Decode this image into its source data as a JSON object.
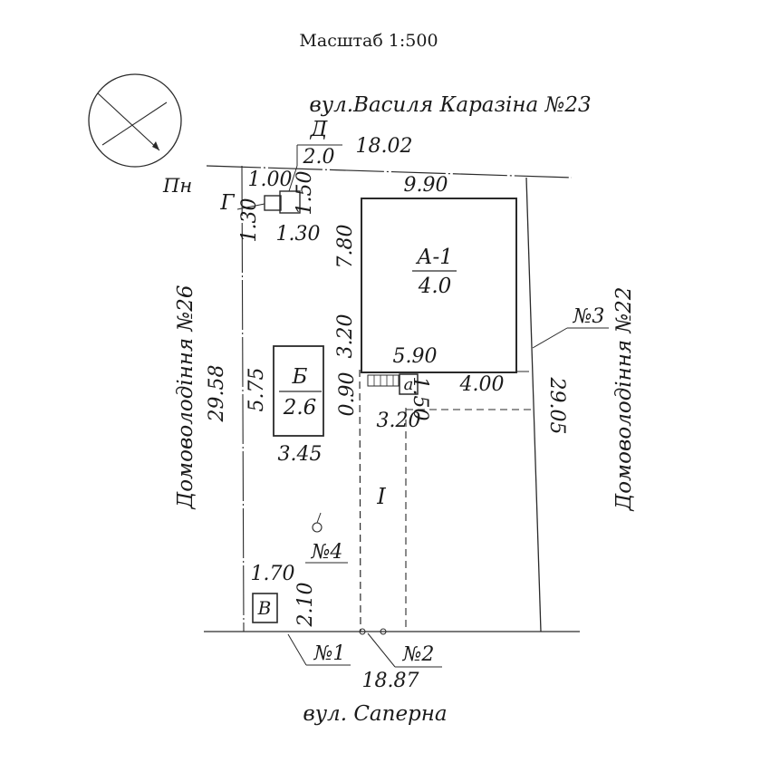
{
  "scale_title": "Масштаб 1:500",
  "north": {
    "label": "Пн"
  },
  "streets": {
    "top": "вул.Василя Каразіна №23",
    "bottom": "вул. Саперна"
  },
  "neighbors": {
    "left": "Домоволодіння №26",
    "right": "Домоволодіння №22"
  },
  "buildings": {
    "a1": {
      "letter": "А-1",
      "height": "4.0"
    },
    "b": {
      "letter": "Б",
      "height": "2.6"
    },
    "d": {
      "letter": "Д",
      "height": "2.0"
    },
    "g": {
      "letter": "Г"
    },
    "a_small": {
      "letter": "а"
    },
    "v": {
      "letter": "В"
    }
  },
  "plot_label": "I",
  "markers": {
    "m1": "№1",
    "m2": "№2",
    "m3": "№3",
    "m4": "№4"
  },
  "dimensions": {
    "top_street": "18.02",
    "a1_width": "9.90",
    "a1_height": "7.80",
    "a1_lower": "3.20",
    "a1_inner": "5.90",
    "strip_090": "0.90",
    "a_150": "1.50",
    "a_400": "4.00",
    "a_320": "3.20",
    "g_100": "1.00",
    "g_150": "1.50",
    "g_130_v": "1.30",
    "g_130_h": "1.30",
    "b_height": "5.75",
    "b_width": "3.45",
    "left_side": "29.58",
    "right_side": "29.05",
    "v_170": "1.70",
    "v_210": "2.10",
    "bottom_street": "18.87"
  }
}
